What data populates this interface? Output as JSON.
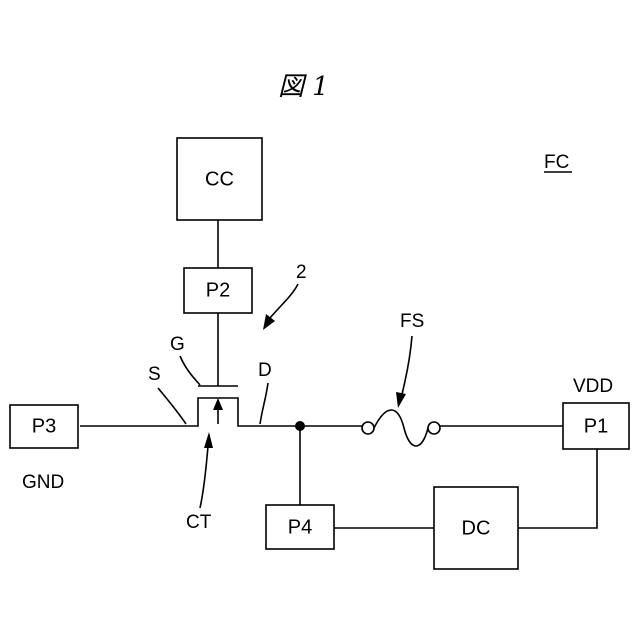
{
  "figure": {
    "title": "図 1",
    "circuit_label": "FC"
  },
  "blocks": {
    "cc": "CC",
    "p2": "P2",
    "p3": "P3",
    "p1": "P1",
    "p4": "P4",
    "dc": "DC"
  },
  "labels": {
    "ref_2": "2",
    "gate": "G",
    "source": "S",
    "drain": "D",
    "fuse": "FS",
    "vdd": "VDD",
    "gnd": "GND",
    "ct": "CT"
  }
}
